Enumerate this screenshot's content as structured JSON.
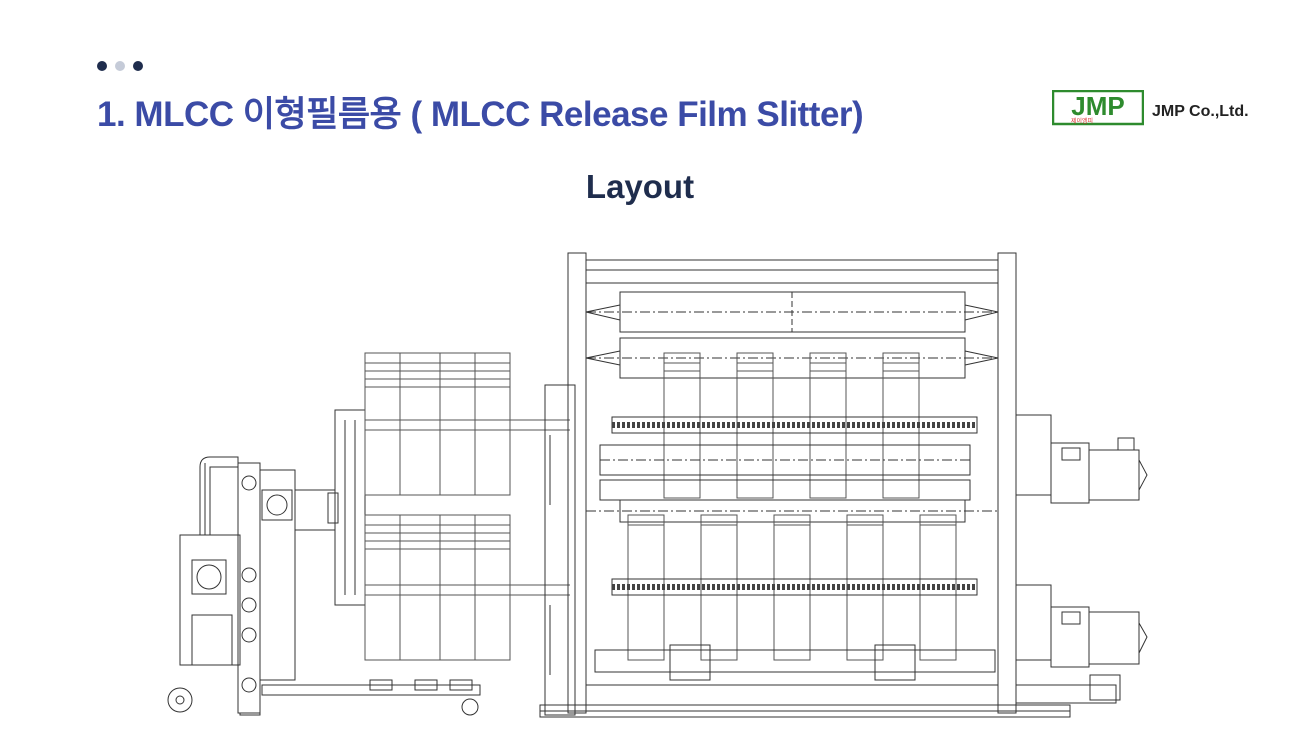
{
  "header": {
    "dots": [
      "#1f2d4d",
      "#c5cbd8",
      "#1f2d4d"
    ],
    "title": "1. MLCC 이형필름용 ( MLCC Release Film Slitter)"
  },
  "logo": {
    "mark_text": "JMP",
    "mark_sub": "제이엠피",
    "company": "JMP Co.,Ltd.",
    "mark_color": "#2e8b2e",
    "sub_color": "#d83030"
  },
  "section": {
    "title": "Layout"
  },
  "drawing": {
    "type": "machine-layout-line-drawing"
  }
}
